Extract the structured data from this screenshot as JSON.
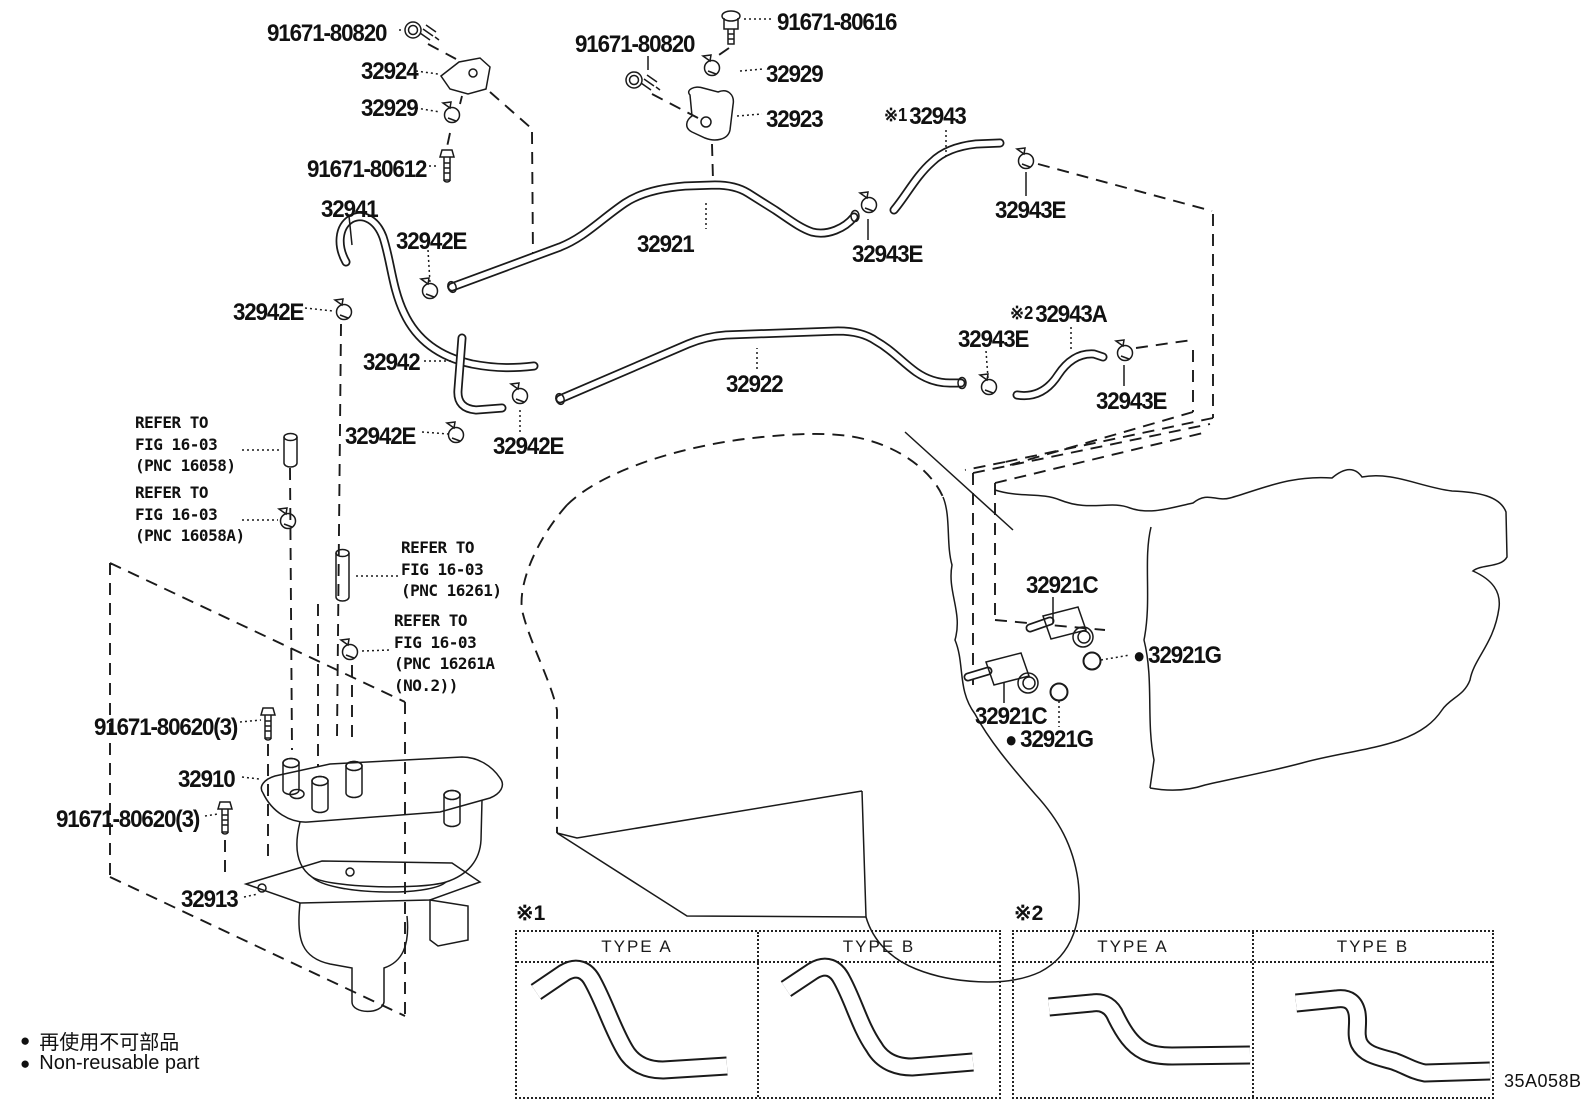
{
  "diagram": {
    "doc_code": "35A058B",
    "legend": {
      "bullet": "●",
      "jp": "再使用不可部品",
      "en": "Non-reusable part"
    },
    "tables": [
      {
        "marker": "※1",
        "type_a": "TYPE A",
        "type_b": "TYPE B"
      },
      {
        "marker": "※2",
        "type_a": "TYPE A",
        "type_b": "TYPE B"
      }
    ],
    "labels": [
      {
        "text": "91671-80820"
      },
      {
        "text": "32924"
      },
      {
        "text": "32929"
      },
      {
        "text": "91671-80612"
      },
      {
        "text": "91671-80820"
      },
      {
        "text": "91671-80616"
      },
      {
        "text": "32929"
      },
      {
        "text": "32923"
      },
      {
        "marker": "※1",
        "text": "32943"
      },
      {
        "text": "32943E"
      },
      {
        "text": "32941"
      },
      {
        "text": "32942E"
      },
      {
        "text": "32921"
      },
      {
        "text": "32943E"
      },
      {
        "text": "32942E"
      },
      {
        "marker": "※2",
        "text": "32943A"
      },
      {
        "text": "32943E"
      },
      {
        "text": "32942"
      },
      {
        "text": "32922"
      },
      {
        "text": "32943E"
      },
      {
        "text": "32942E"
      },
      {
        "text": "32942E"
      },
      {
        "text": "91671-80620(3)"
      },
      {
        "text": "32910"
      },
      {
        "text": "91671-80620(3)"
      },
      {
        "text": "32913"
      },
      {
        "text": "32921C"
      },
      {
        "marker": "●",
        "text": "32921G"
      },
      {
        "text": "32921C"
      },
      {
        "marker": "●",
        "text": "32921G"
      }
    ],
    "refer_notes": [
      {
        "lines": [
          "REFER TO",
          "FIG 16-03",
          "(PNC 16058)"
        ]
      },
      {
        "lines": [
          "REFER TO",
          "FIG 16-03",
          "(PNC 16058A)"
        ]
      },
      {
        "lines": [
          "REFER TO",
          "FIG 16-03",
          "(PNC 16261)"
        ]
      },
      {
        "lines": [
          "REFER TO",
          "FIG 16-03",
          "(PNC 16261A",
          "(NO.2))"
        ]
      }
    ]
  }
}
